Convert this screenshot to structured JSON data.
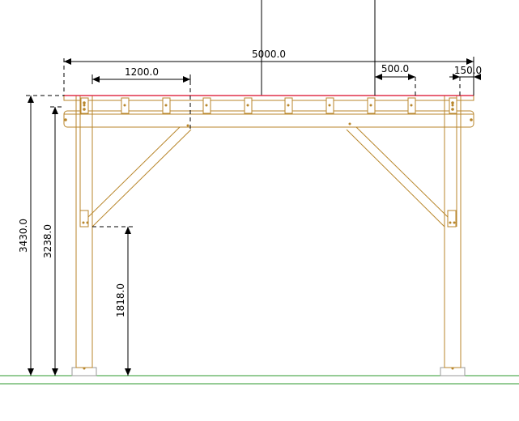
{
  "dimensions": {
    "overall_width": "5000.0",
    "rafter_offset": "1200.0",
    "rafter_spacing": "500.0",
    "end_overhang": "150.0",
    "total_height": "3430.0",
    "beam_height": "3238.0",
    "brace_height": "1818.0"
  },
  "colors": {
    "timber": "#b8862b",
    "ground": "#2e9a2e",
    "roof_line": "#e0304a",
    "dimension": "#000000"
  }
}
